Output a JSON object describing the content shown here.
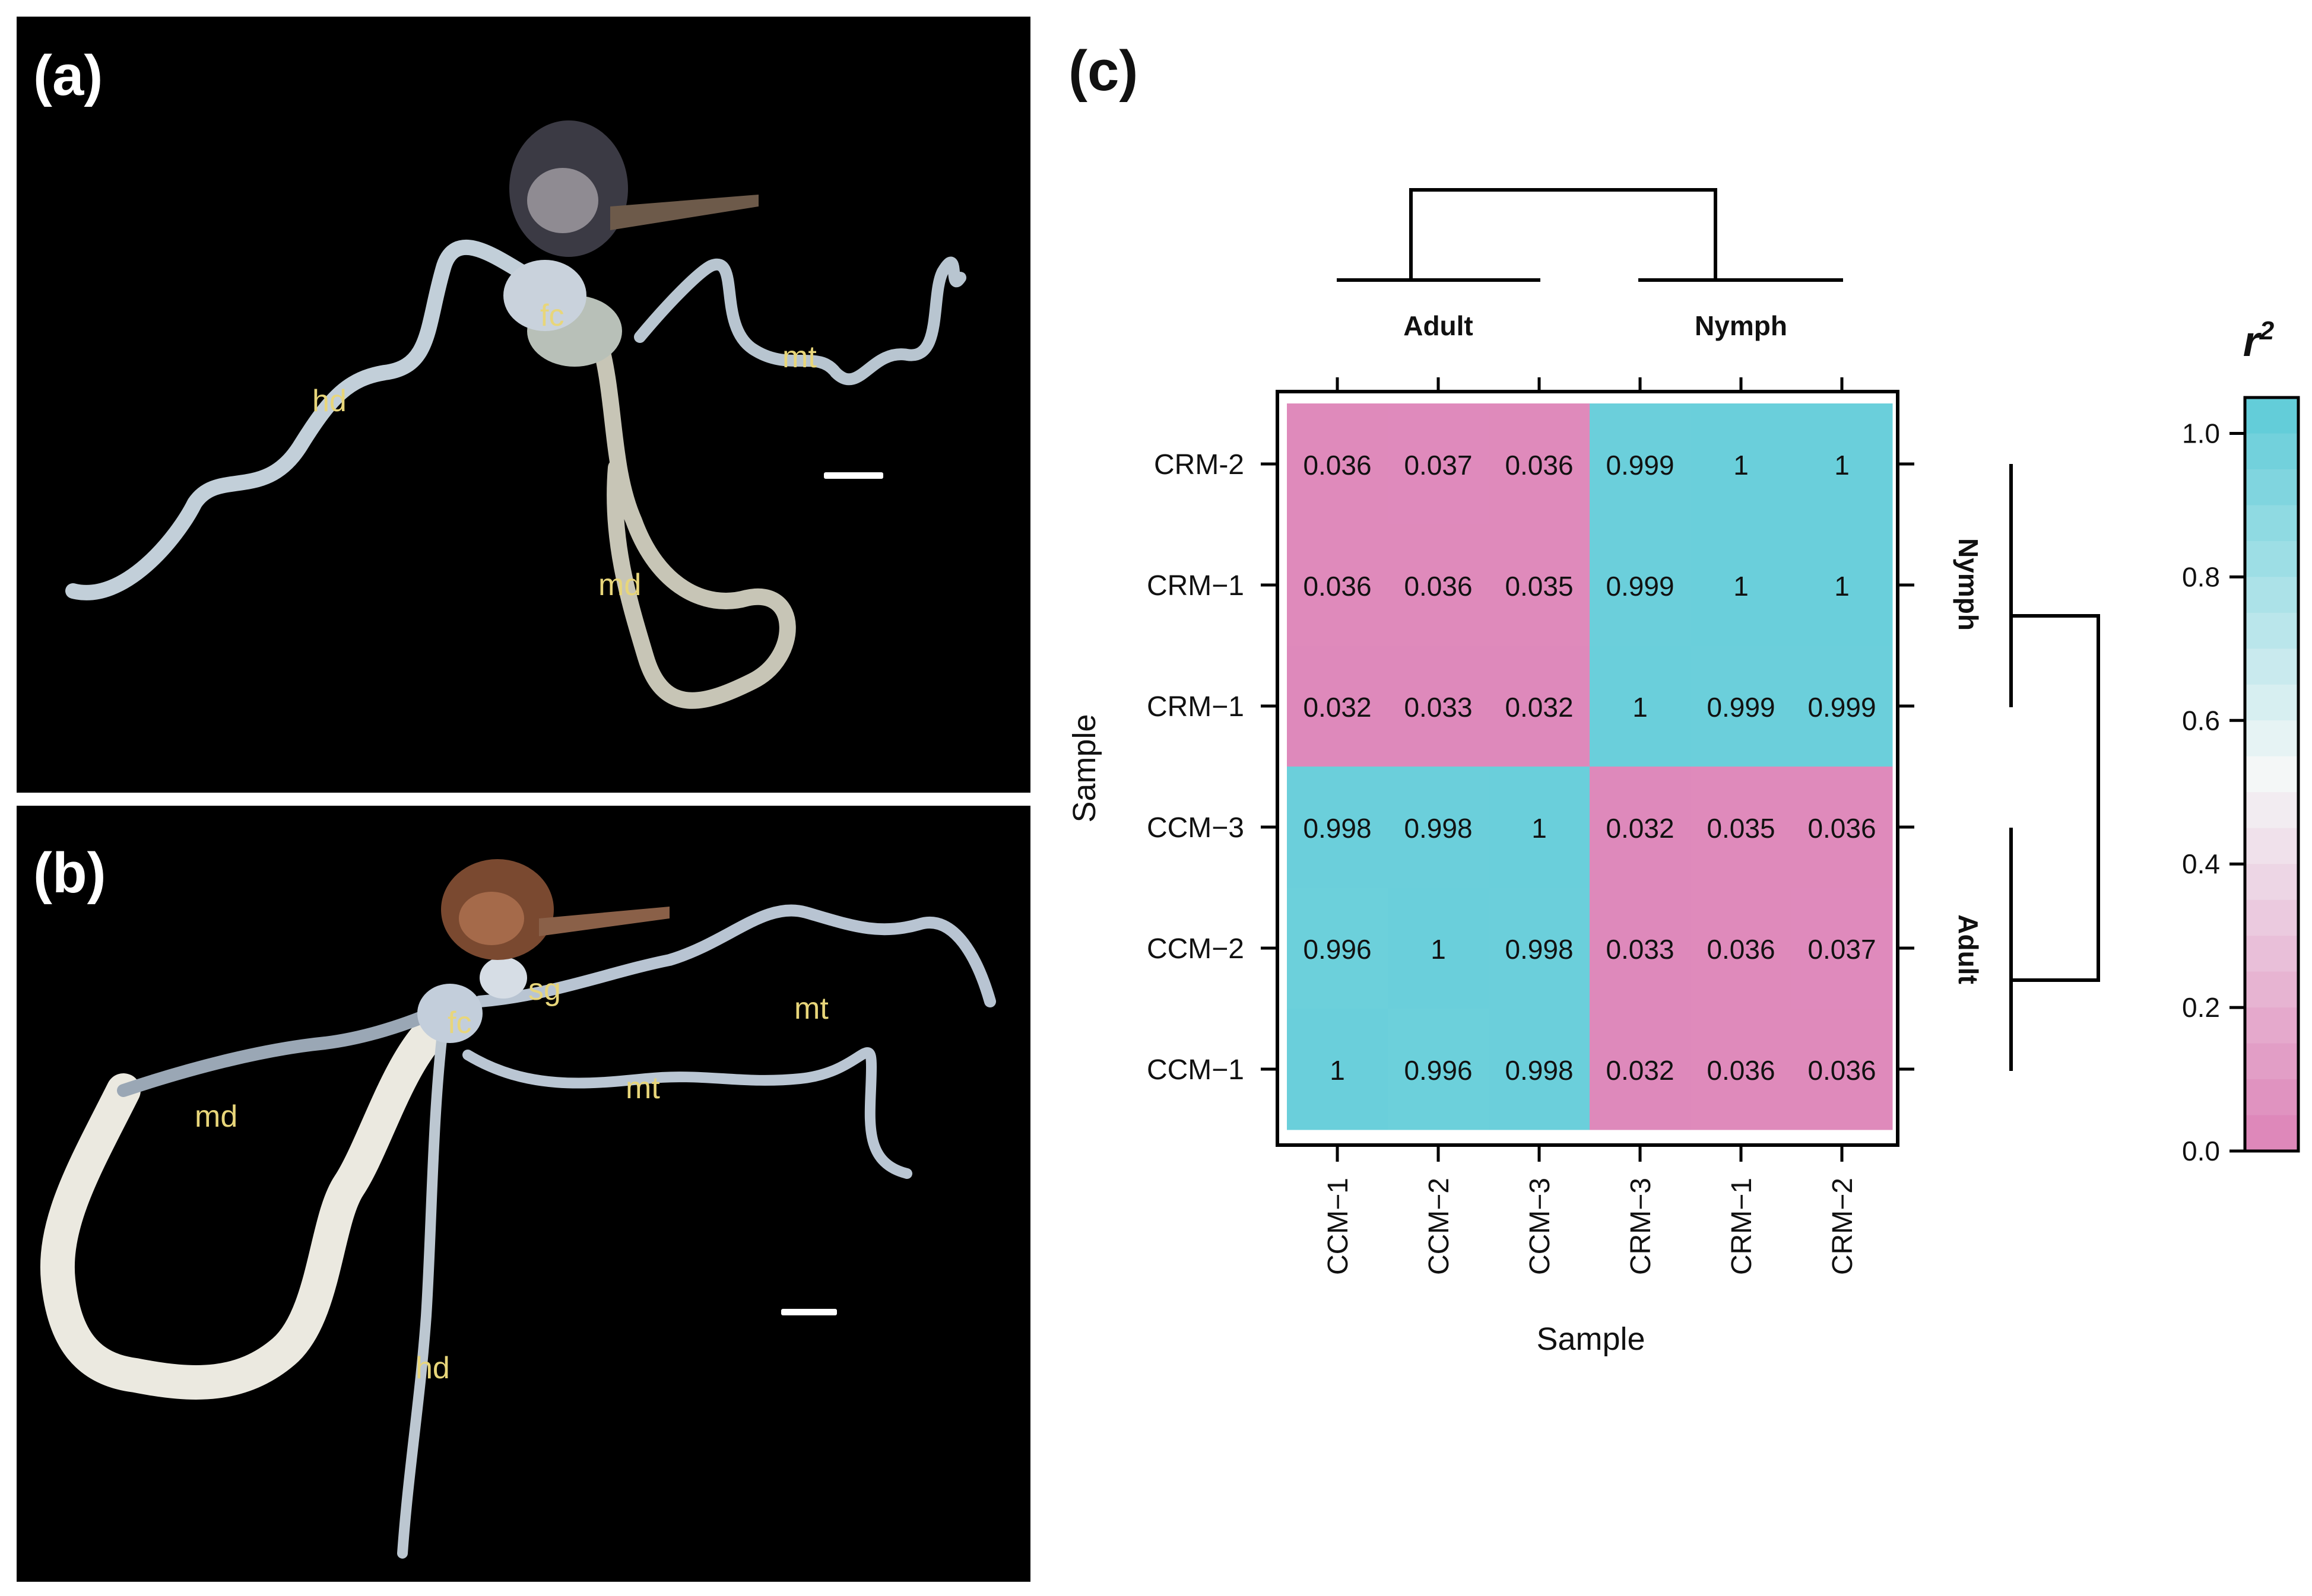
{
  "panel_a": {
    "letter": "(a)",
    "labels": {
      "fc": "fc",
      "hd": "hd",
      "mt": "mt",
      "md": "md"
    }
  },
  "panel_b": {
    "letter": "(b)",
    "labels": {
      "sg": "sg",
      "fc": "fc",
      "md": "md",
      "mt1": "mt",
      "mt2": "mt",
      "hd": "hd"
    }
  },
  "panel_c": {
    "letter": "(c)"
  },
  "colors": {
    "low": "#dd82b7",
    "mid": "#f4f7f7",
    "high": "#5ccbd8"
  },
  "chart_data": {
    "type": "heatmap",
    "title": "",
    "xlabel": "Sample",
    "ylabel": "Sample",
    "x_categories": [
      "CCM−1",
      "CCM−2",
      "CCM−3",
      "CRM−3",
      "CRM−1",
      "CRM−2"
    ],
    "y_categories": [
      "CRM-2",
      "CRM−1",
      "CRM−1",
      "CCM−3",
      "CCM−2",
      "CCM−1"
    ],
    "column_groups": [
      "Adult",
      "Nymph"
    ],
    "row_groups": [
      "Nymph",
      "Adult"
    ],
    "values": [
      [
        0.036,
        0.037,
        0.036,
        0.999,
        1,
        1
      ],
      [
        0.036,
        0.036,
        0.035,
        0.999,
        1,
        1
      ],
      [
        0.032,
        0.033,
        0.032,
        1,
        0.999,
        0.999
      ],
      [
        0.998,
        0.998,
        1,
        0.032,
        0.035,
        0.036
      ],
      [
        0.996,
        1,
        0.998,
        0.033,
        0.036,
        0.037
      ],
      [
        1,
        0.996,
        0.998,
        0.032,
        0.036,
        0.036
      ]
    ],
    "cell_labels": [
      [
        "0.036",
        "0.037",
        "0.036",
        "0.999",
        "1",
        "1"
      ],
      [
        "0.036",
        "0.036",
        "0.035",
        "0.999",
        "1",
        "1"
      ],
      [
        "0.032",
        "0.033",
        "0.032",
        "1",
        "0.999",
        "0.999"
      ],
      [
        "0.998",
        "0.998",
        "1",
        "0.032",
        "0.035",
        "0.036"
      ],
      [
        "0.996",
        "1",
        "0.998",
        "0.033",
        "0.036",
        "0.037"
      ],
      [
        "1",
        "0.996",
        "0.998",
        "0.032",
        "0.036",
        "0.036"
      ]
    ],
    "colorbar": {
      "title": "r²",
      "ticks": [
        "0.0",
        "0.2",
        "0.4",
        "0.6",
        "0.8",
        "1.0"
      ],
      "range": [
        0,
        1.05
      ]
    }
  }
}
